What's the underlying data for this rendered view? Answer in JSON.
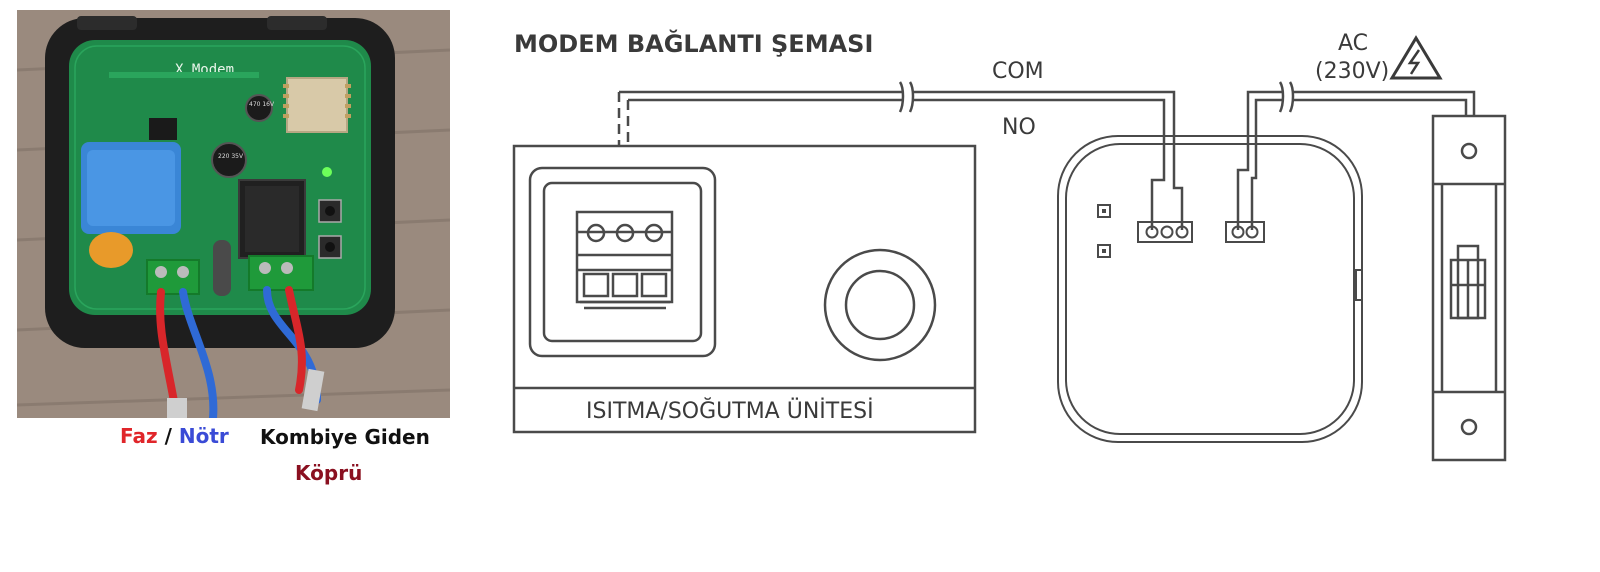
{
  "photo": {
    "board_label": "X Modem",
    "cap_label": "470 16V",
    "cap2_label": "220 35V"
  },
  "captions": {
    "faz": "Faz",
    "slash": " / ",
    "notr": "Nötr",
    "kombiye_giden": "Kombiye Giden",
    "kopru": "Köprü"
  },
  "diagram": {
    "title": "MODEM BAĞLANTI ŞEMASI",
    "com_label": "COM",
    "no_label": "NO",
    "ac_label": "AC",
    "voltage_label": "(230V)",
    "unit_label": "ISITMA/SOĞUTMA ÜNİTESİ"
  },
  "colors": {
    "faz": "#e0262a",
    "notr": "#3a4bd6",
    "kopru": "#8a1020",
    "pcb": "#1f8a4a",
    "line": "#4a4a4a"
  }
}
